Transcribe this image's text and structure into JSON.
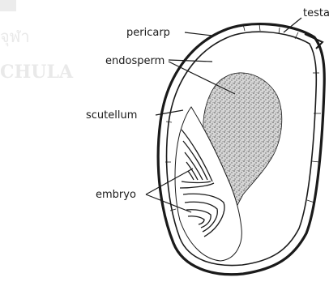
{
  "labels": {
    "testa": "testa",
    "pericarp": "pericarp",
    "endosperm": "endosperm",
    "scutellum": "scutellum",
    "embryo": "embryo"
  },
  "watermark": {
    "line1": "จุฬา",
    "line2": "CHULA"
  },
  "colors": {
    "ink": "#1a1a1a",
    "endosperm_fill": "#c9c9c9",
    "background": "#ffffff"
  }
}
